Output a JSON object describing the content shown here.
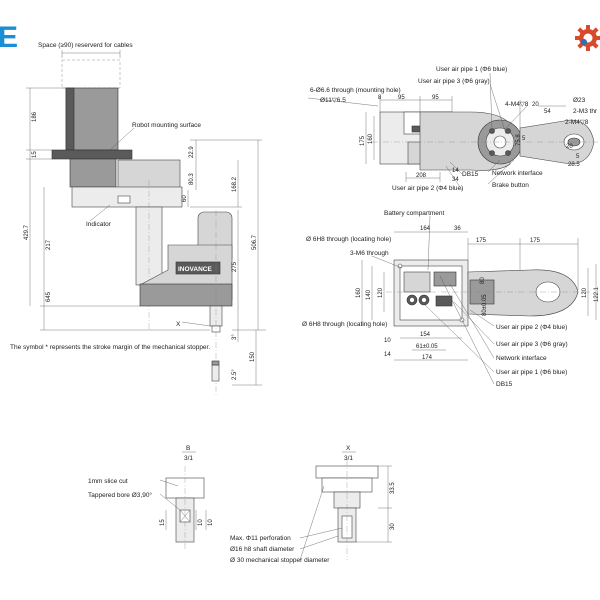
{
  "brand": {
    "letter": "E",
    "accent": "#1a8fd6",
    "gear_color": "#d84a2b"
  },
  "side_view": {
    "space_note": "Space (≥90) reserverd for cables",
    "robot_mount": "Robot mounting surface",
    "indicator": "Indicator",
    "logo": "INOVANCE",
    "dims": {
      "d186": "186",
      "d15": "15",
      "d4297": "429.7",
      "d217": "217",
      "d645": "645",
      "d229": "22.9",
      "d803": "80.3",
      "d60": "60",
      "d1682": "168.2",
      "d5067": "506.7",
      "d275": "275",
      "d3": "3°",
      "d150": "150",
      "d25": "2.5°"
    },
    "x_marker": "X",
    "stroke_note": "The symbol * represents the stroke margin of the mechanical stopper."
  },
  "top_view": {
    "mounting_hole": "6-Ø6.6 through (mounting hole)",
    "counterbore": "Ø11▽6.5",
    "pipe1": "User air pipe 1 (Φ6 blue)",
    "pipe3": "User air pipe 3 (Φ6 gray)",
    "m4": "4-M4▽8",
    "d23": "Ø23",
    "m3": "2-M3 thr",
    "m4b": "2-M4▽8",
    "dims": {
      "d8": "8",
      "d95a": "95",
      "d95b": "95",
      "d175": "175",
      "d160": "160",
      "d20a": "20",
      "d54": "54",
      "d758": "75.8",
      "d5": "5",
      "d20b": "20",
      "d5b": "5",
      "d285": "28.5",
      "d208": "208",
      "d14": "14",
      "d34": "34"
    },
    "db15": "DB15",
    "pipe2": "User air pipe 2 (Φ4 blue)",
    "network": "Network interface",
    "brake": "Brake button"
  },
  "base_view": {
    "battery": "Battery compartment",
    "loc_hole_top": "Ø 6H8 through (locating hole)",
    "loc_hole_bot": "Ø 6H8 through (locating hole)",
    "m6": "3-M6 through",
    "dims": {
      "d164": "164",
      "d36": "36",
      "d175a": "175",
      "d175b": "175",
      "d160": "160",
      "d140": "140",
      "d120": "120",
      "d80": "80",
      "d80005": "80±0.05",
      "d120b": "120",
      "d1221": "122.1",
      "d154": "154",
      "d10": "10",
      "d61": "61±0.05",
      "d14": "14",
      "d174": "174"
    },
    "pipe2": "User air pipe 2 (Φ4 blue)",
    "pipe3": "User air pipe 3 (Φ6 gray)",
    "network": "Network interface",
    "pipe1": "User air pipe 1 (Φ6 blue)",
    "db15": "DB15"
  },
  "detail_b": {
    "label": "B",
    "scale": "3/1",
    "slice_cut": "1mm slice cut",
    "bore": "Tappered bore Ø3,90°",
    "dims": {
      "d15": "15",
      "d10a": "10",
      "d10b": "10"
    }
  },
  "detail_x": {
    "label": "X",
    "scale": "3/1",
    "perforation": "Max. Φ11 perforation",
    "shaft": "Ø16 h8 shaft diameter",
    "stopper": "Ø 30 mechanical stopper diameter",
    "dims": {
      "d335": "33.5",
      "d30": "30"
    }
  }
}
